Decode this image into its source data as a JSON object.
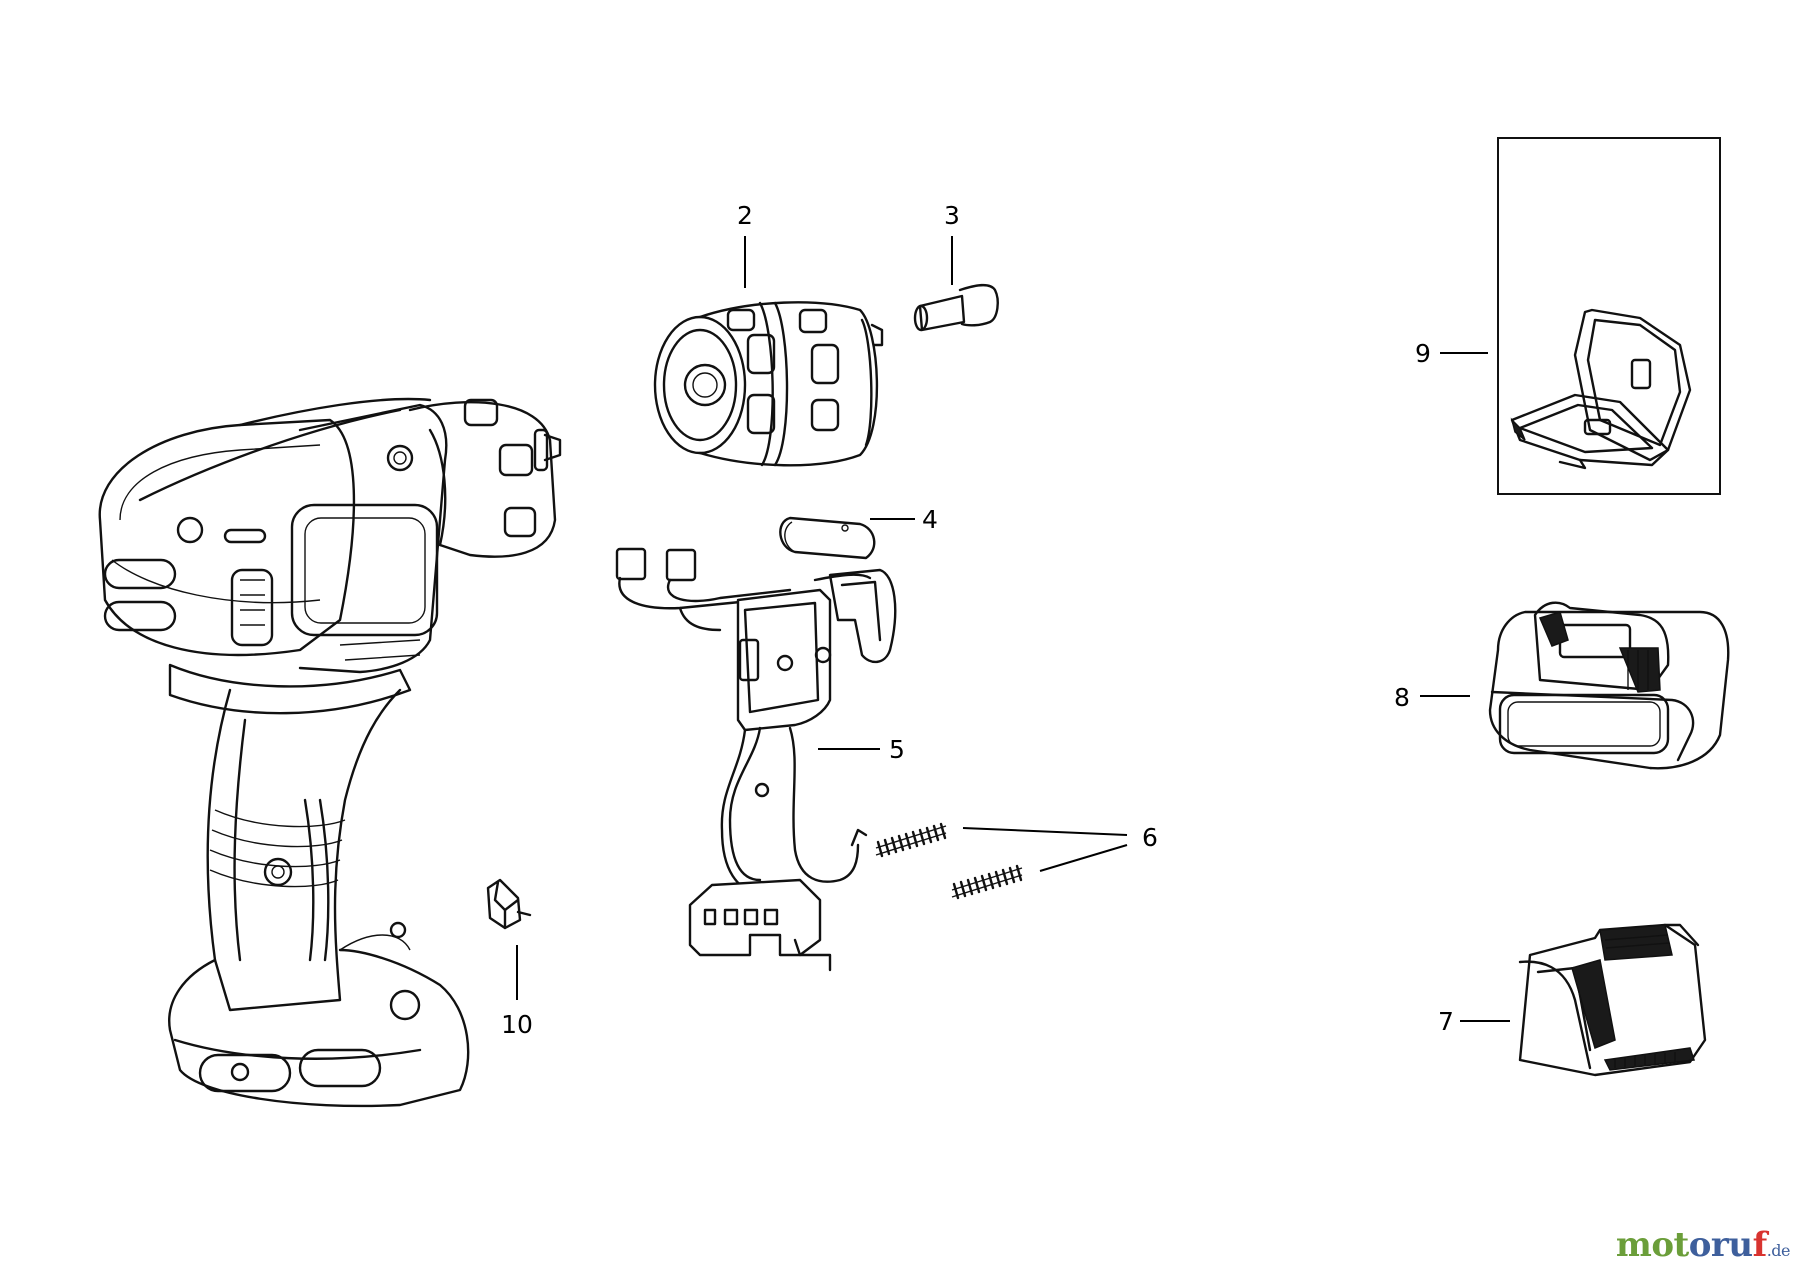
{
  "callouts": [
    {
      "id": "2",
      "label": "2"
    },
    {
      "id": "3",
      "label": "3"
    },
    {
      "id": "4",
      "label": "4"
    },
    {
      "id": "5",
      "label": "5"
    },
    {
      "id": "6",
      "label": "6"
    },
    {
      "id": "7",
      "label": "7"
    },
    {
      "id": "8",
      "label": "8"
    },
    {
      "id": "9",
      "label": "9"
    },
    {
      "id": "10",
      "label": "10"
    }
  ],
  "watermark": {
    "part1": "mot",
    "part2": "oru",
    "part3": "f",
    "suffix": ".de"
  },
  "colors": {
    "watermark_green": "#6b9e3a",
    "watermark_blue": "#3e5f9c",
    "watermark_red": "#d8332f"
  }
}
